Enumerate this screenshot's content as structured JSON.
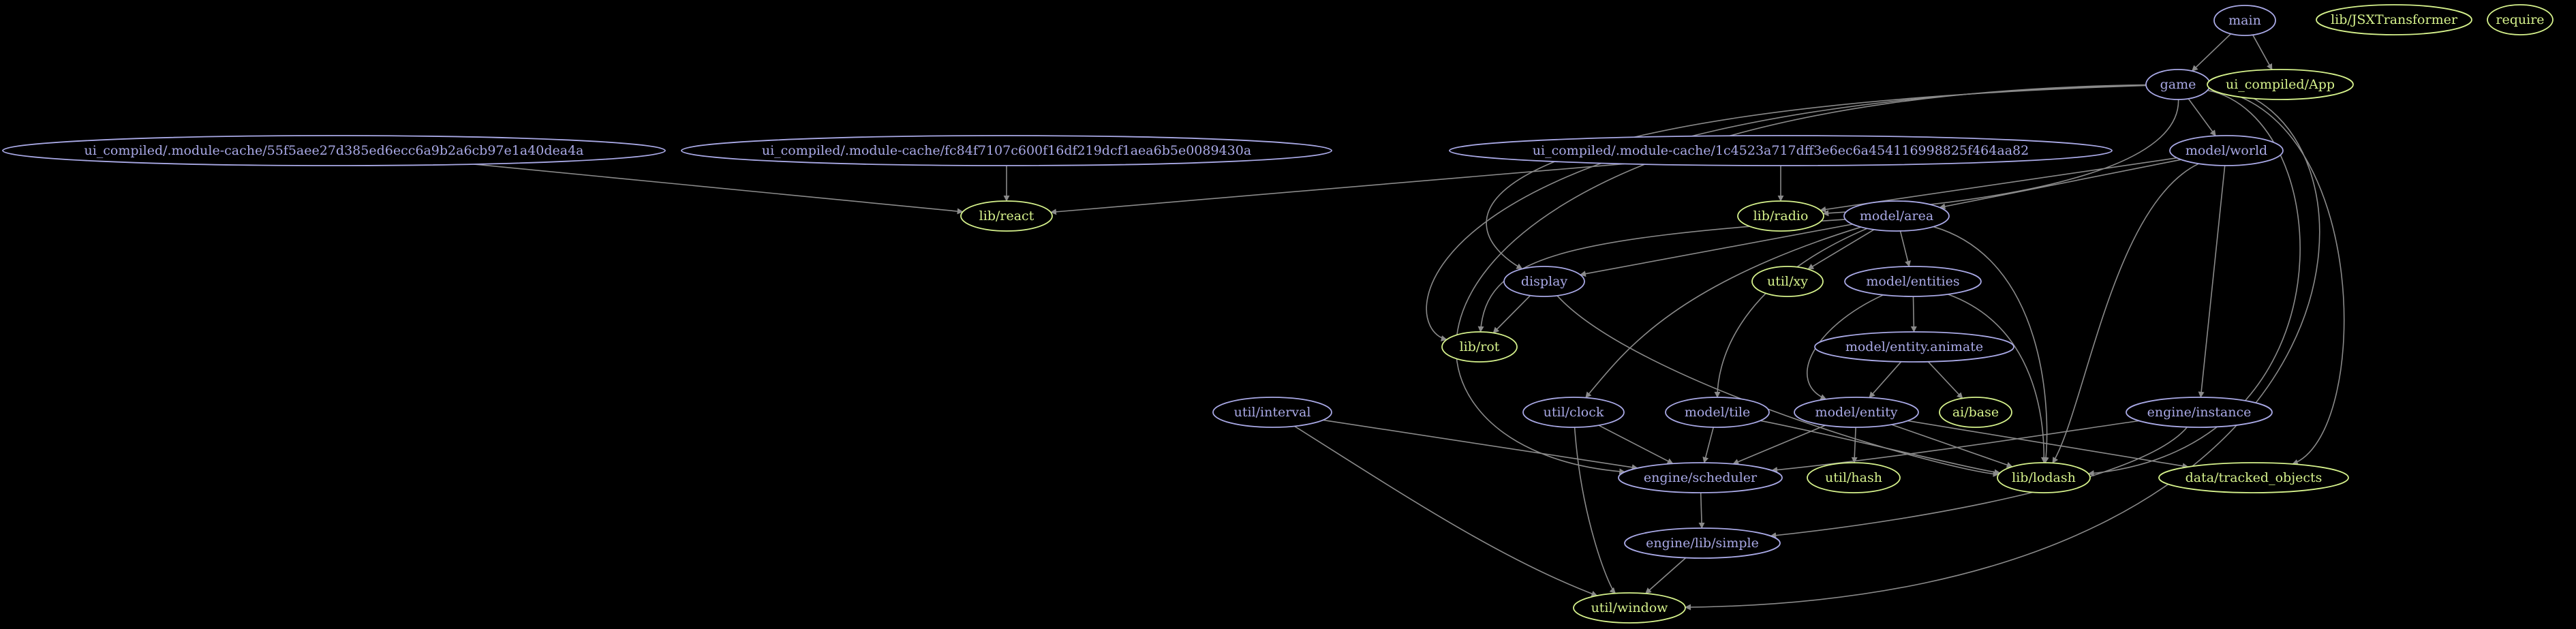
{
  "colors": {
    "background": "#000000",
    "edge": "#8a8a8a",
    "internal_module": "#a9a9e6",
    "library_module": "#d6f28c"
  },
  "graph": {
    "nodes": [
      {
        "id": "main",
        "label": "main",
        "kind": "internal"
      },
      {
        "id": "jsxt",
        "label": "lib/JSXTransformer",
        "kind": "library"
      },
      {
        "id": "require",
        "label": "require",
        "kind": "library"
      },
      {
        "id": "game",
        "label": "game",
        "kind": "internal"
      },
      {
        "id": "uiapp",
        "label": "ui_compiled/App",
        "kind": "library"
      },
      {
        "id": "mc1",
        "label": "ui_compiled/.module-cache/55f5aee27d385ed6ecc6a9b2a6cb97e1a40dea4a",
        "kind": "internal"
      },
      {
        "id": "mc2",
        "label": "ui_compiled/.module-cache/fc84f7107c600f16df219dcf1aea6b5e0089430a",
        "kind": "internal"
      },
      {
        "id": "mc3",
        "label": "ui_compiled/.module-cache/1c4523a717dff3e6ec6a454116998825f464aa82",
        "kind": "internal"
      },
      {
        "id": "world",
        "label": "model/world",
        "kind": "internal"
      },
      {
        "id": "react",
        "label": "lib/react",
        "kind": "library"
      },
      {
        "id": "radio",
        "label": "lib/radio",
        "kind": "library"
      },
      {
        "id": "area",
        "label": "model/area",
        "kind": "internal"
      },
      {
        "id": "display",
        "label": "display",
        "kind": "internal"
      },
      {
        "id": "xy",
        "label": "util/xy",
        "kind": "library"
      },
      {
        "id": "entities",
        "label": "model/entities",
        "kind": "internal"
      },
      {
        "id": "rot",
        "label": "lib/rot",
        "kind": "library"
      },
      {
        "id": "animate",
        "label": "model/entity.animate",
        "kind": "internal"
      },
      {
        "id": "interval",
        "label": "util/interval",
        "kind": "internal"
      },
      {
        "id": "clock",
        "label": "util/clock",
        "kind": "internal"
      },
      {
        "id": "tile",
        "label": "model/tile",
        "kind": "internal"
      },
      {
        "id": "entity",
        "label": "model/entity",
        "kind": "internal"
      },
      {
        "id": "aibase",
        "label": "ai/base",
        "kind": "library"
      },
      {
        "id": "instance",
        "label": "engine/instance",
        "kind": "internal"
      },
      {
        "id": "scheduler",
        "label": "engine/scheduler",
        "kind": "internal"
      },
      {
        "id": "hash",
        "label": "util/hash",
        "kind": "library"
      },
      {
        "id": "lodash",
        "label": "lib/lodash",
        "kind": "library"
      },
      {
        "id": "tracked",
        "label": "data/tracked_objects",
        "kind": "library"
      },
      {
        "id": "simple",
        "label": "engine/lib/simple",
        "kind": "internal"
      },
      {
        "id": "window",
        "label": "util/window",
        "kind": "library"
      }
    ],
    "edges": [
      {
        "from": "main",
        "to": "game"
      },
      {
        "from": "main",
        "to": "uiapp"
      },
      {
        "from": "mc1",
        "to": "react"
      },
      {
        "from": "mc2",
        "to": "react"
      },
      {
        "from": "mc3",
        "to": "react"
      },
      {
        "from": "mc3",
        "to": "radio"
      },
      {
        "from": "game",
        "to": "world"
      },
      {
        "from": "game",
        "to": "radio"
      },
      {
        "from": "game",
        "to": "display"
      },
      {
        "from": "game",
        "to": "rot"
      },
      {
        "from": "game",
        "to": "scheduler"
      },
      {
        "from": "game",
        "to": "lodash"
      },
      {
        "from": "game",
        "to": "tracked"
      },
      {
        "from": "game",
        "to": "window"
      },
      {
        "from": "world",
        "to": "radio"
      },
      {
        "from": "world",
        "to": "area"
      },
      {
        "from": "world",
        "to": "instance"
      },
      {
        "from": "world",
        "to": "lodash"
      },
      {
        "from": "area",
        "to": "display"
      },
      {
        "from": "area",
        "to": "xy"
      },
      {
        "from": "area",
        "to": "entities"
      },
      {
        "from": "area",
        "to": "rot"
      },
      {
        "from": "area",
        "to": "clock"
      },
      {
        "from": "area",
        "to": "tile"
      },
      {
        "from": "area",
        "to": "lodash"
      },
      {
        "from": "display",
        "to": "rot"
      },
      {
        "from": "display",
        "to": "lodash"
      },
      {
        "from": "entities",
        "to": "animate"
      },
      {
        "from": "entities",
        "to": "entity"
      },
      {
        "from": "entities",
        "to": "lodash"
      },
      {
        "from": "animate",
        "to": "entity"
      },
      {
        "from": "animate",
        "to": "aibase"
      },
      {
        "from": "interval",
        "to": "scheduler"
      },
      {
        "from": "interval",
        "to": "window"
      },
      {
        "from": "clock",
        "to": "scheduler"
      },
      {
        "from": "clock",
        "to": "window"
      },
      {
        "from": "tile",
        "to": "scheduler"
      },
      {
        "from": "tile",
        "to": "lodash"
      },
      {
        "from": "entity",
        "to": "scheduler"
      },
      {
        "from": "entity",
        "to": "hash"
      },
      {
        "from": "entity",
        "to": "lodash"
      },
      {
        "from": "entity",
        "to": "tracked"
      },
      {
        "from": "instance",
        "to": "scheduler"
      },
      {
        "from": "instance",
        "to": "simple"
      },
      {
        "from": "scheduler",
        "to": "simple"
      },
      {
        "from": "simple",
        "to": "window"
      }
    ]
  }
}
